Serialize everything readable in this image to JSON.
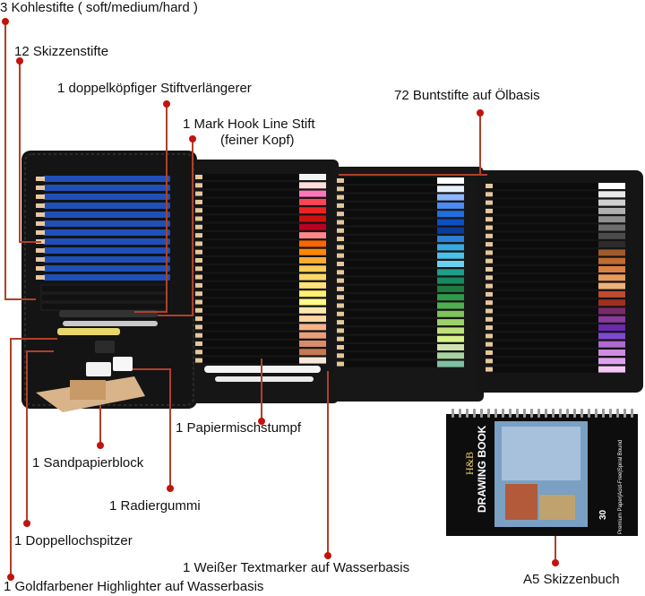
{
  "labels": {
    "charcoal": "3 Kohlestifte ( soft/medium/hard )",
    "sketch": "12 Skizzenstifte",
    "extender": "1 doppelköpfiger Stiftverlängerer",
    "markhook_line1": "1 Mark Hook Line Stift",
    "markhook_line2": "(feiner Kopf)",
    "colored": "72 Buntstifte auf Ölbasis",
    "blending": "1 Papiermischstumpf",
    "sandpaper": "1 Sandpapierblock",
    "eraser": "1 Radiergummi",
    "sharpener": "1 Doppellochspitzer",
    "white_marker": "1 Weißer Textmarker auf Wasserbasis",
    "gold_highlighter": "1 Goldfarbener Highlighter auf Wasserbasis",
    "sketchbook": "A5 Skizzenbuch"
  },
  "book": {
    "brand": "H&B",
    "title": "DRAWING BOOK",
    "sheets": "30",
    "spec": "Premium Paper|Acid-Free|Spiral Bound"
  },
  "colors": {
    "leader_dot": "#c0140c",
    "leader_line": "#b0402a",
    "case": "#141414",
    "sketch_pencil": "#1f4fb8"
  },
  "icons": {
    "charcoal": "pencil-icon",
    "sketchbook": "notebook-icon"
  }
}
